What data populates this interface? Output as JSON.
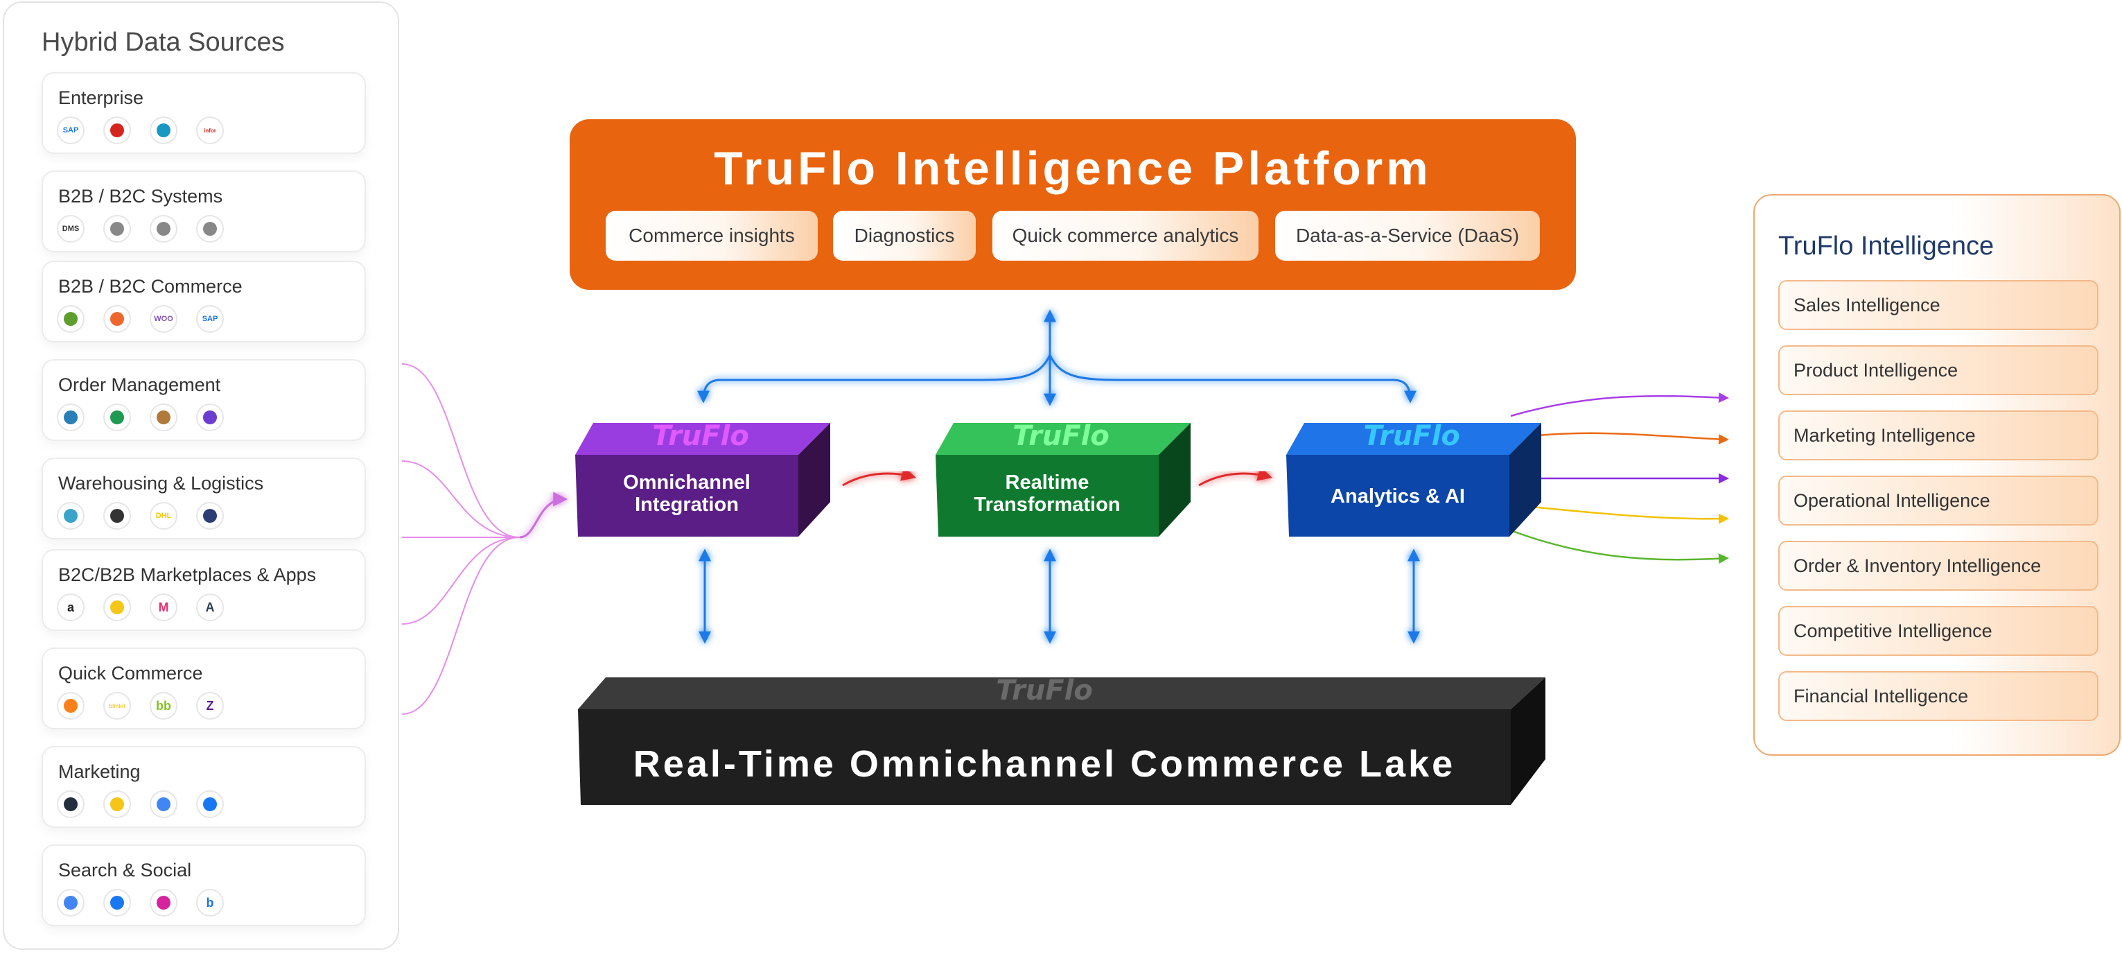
{
  "sources": {
    "title": "Hybrid Data Sources",
    "groups": [
      {
        "label": "Enterprise",
        "logos": [
          {
            "name": "sap-logo-icon",
            "text": "SAP",
            "color": "#1a73e8"
          },
          {
            "name": "oracle-logo-icon",
            "text": "",
            "color": "#d6251f"
          },
          {
            "name": "salesforce-logo-icon",
            "text": "",
            "color": "#1798c1"
          },
          {
            "name": "infor-logo-icon",
            "text": "infor",
            "color": "#d6251f"
          }
        ]
      },
      {
        "label": "B2B / B2C Systems",
        "logos": [
          {
            "name": "dms-logo-icon",
            "text": "DMS",
            "color": "#333333"
          },
          {
            "name": "pos-logo-icon",
            "text": "",
            "color": "#888888"
          },
          {
            "name": "mobile-app-logo-icon",
            "text": "",
            "color": "#888888"
          },
          {
            "name": "web-logo-icon",
            "text": "",
            "color": "#888888"
          }
        ]
      },
      {
        "label": "B2B / B2C Commerce",
        "logos": [
          {
            "name": "shopify-logo-icon",
            "text": "",
            "color": "#5e9e2f"
          },
          {
            "name": "magento-logo-icon",
            "text": "",
            "color": "#ee672f"
          },
          {
            "name": "woocommerce-logo-icon",
            "text": "WOO",
            "color": "#7f54b3"
          },
          {
            "name": "sap-commerce-logo-icon",
            "text": "SAP",
            "color": "#1a73e8"
          }
        ]
      },
      {
        "label": "Order Management",
        "logos": [
          {
            "name": "unicommerce-logo-icon",
            "text": "",
            "color": "#2a7fb8"
          },
          {
            "name": "easyecom-logo-icon",
            "text": "",
            "color": "#1f9a52"
          },
          {
            "name": "vinculum-logo-icon",
            "text": "",
            "color": "#b07a3a"
          },
          {
            "name": "fynd-logo-icon",
            "text": "",
            "color": "#6c3dd1"
          }
        ]
      },
      {
        "label": "Warehousing & Logistics",
        "logos": [
          {
            "name": "shiprocket-logo-icon",
            "text": "",
            "color": "#3aa3c9"
          },
          {
            "name": "delhivery-logo-icon",
            "text": "",
            "color": "#333333"
          },
          {
            "name": "dhl-logo-icon",
            "text": "DHL",
            "color": "#f7c600"
          },
          {
            "name": "mountains-logo-icon",
            "text": "",
            "color": "#2c3e73"
          }
        ]
      },
      {
        "label": "B2C/B2B Marketplaces & Apps",
        "logos": [
          {
            "name": "amazon-logo-icon",
            "text": "a",
            "color": "#222222"
          },
          {
            "name": "flipkart-logo-icon",
            "text": "",
            "color": "#f5c518"
          },
          {
            "name": "myntra-logo-icon",
            "text": "M",
            "color": "#e8336f"
          },
          {
            "name": "ajio-logo-icon",
            "text": "A",
            "color": "#2c3e50"
          }
        ]
      },
      {
        "label": "Quick Commerce",
        "logos": [
          {
            "name": "swiggy-logo-icon",
            "text": "",
            "color": "#fc8019"
          },
          {
            "name": "blinkit-logo-icon",
            "text": "blinkit",
            "color": "#f8cb46"
          },
          {
            "name": "bigbasket-logo-icon",
            "text": "bb",
            "color": "#84c225"
          },
          {
            "name": "zepto-logo-icon",
            "text": "Z",
            "color": "#5b1d8f"
          }
        ]
      },
      {
        "label": "Marketing",
        "logos": [
          {
            "name": "amazon-ads-logo-icon",
            "text": "",
            "color": "#232f3e"
          },
          {
            "name": "flipkart-ads-logo-icon",
            "text": "",
            "color": "#f5c518"
          },
          {
            "name": "google-ads-logo-icon",
            "text": "",
            "color": "#4285f4"
          },
          {
            "name": "meta-logo-icon",
            "text": "",
            "color": "#1877f2"
          }
        ]
      },
      {
        "label": "Search & Social",
        "logos": [
          {
            "name": "google-logo-icon",
            "text": "",
            "color": "#4285f4"
          },
          {
            "name": "meta-logo-icon",
            "text": "",
            "color": "#1877f2"
          },
          {
            "name": "instagram-logo-icon",
            "text": "",
            "color": "#d6249f"
          },
          {
            "name": "bing-logo-icon",
            "text": "b",
            "color": "#1a73e8"
          }
        ]
      }
    ]
  },
  "platform": {
    "title": "TruFlo Intelligence Platform",
    "chips": [
      "Commerce  insights",
      "Diagnostics",
      "Quick commerce analytics",
      "Data-as-a-Service (DaaS)"
    ]
  },
  "blocks": [
    {
      "brand": "TruFlo",
      "label": "Omnichannel\nIntegration",
      "front": "#5a1e86",
      "top": "#9a3de0",
      "side": "#361049",
      "brand_color": "#e05bff"
    },
    {
      "brand": "TruFlo",
      "label": "Realtime\nTransformation",
      "front": "#0f7a2f",
      "top": "#36c25a",
      "side": "#08461c",
      "brand_color": "#7dff9b"
    },
    {
      "brand": "TruFlo",
      "label": "Analytics & AI",
      "front": "#0c46a8",
      "top": "#1f74e8",
      "side": "#0a2a64",
      "brand_color": "#38c6ff"
    }
  ],
  "lake": {
    "brand": "TruFlo",
    "title": "Real-Time Omnichannel Commerce Lake"
  },
  "intelligence": {
    "title_main": "TruFlo Intelli",
    "title_tail": "gence",
    "items": [
      "Sales Intelligence",
      "Product Intelligence",
      "Marketing Intelligence",
      "Operational Intelligence",
      "Order & Inventory Intelligence",
      "Competitive Intelligence",
      "Financial Intelligence"
    ]
  },
  "colors": {
    "platform_orange": "#e8640f",
    "connector_blue": "#1f7ae8",
    "connector_red": "#e02b2b",
    "input_lines": "#e27ae6",
    "output_lines": [
      "#a93ee8",
      "#ea6a14",
      "#8a2be2",
      "#f2c200",
      "#5ab52c"
    ]
  }
}
